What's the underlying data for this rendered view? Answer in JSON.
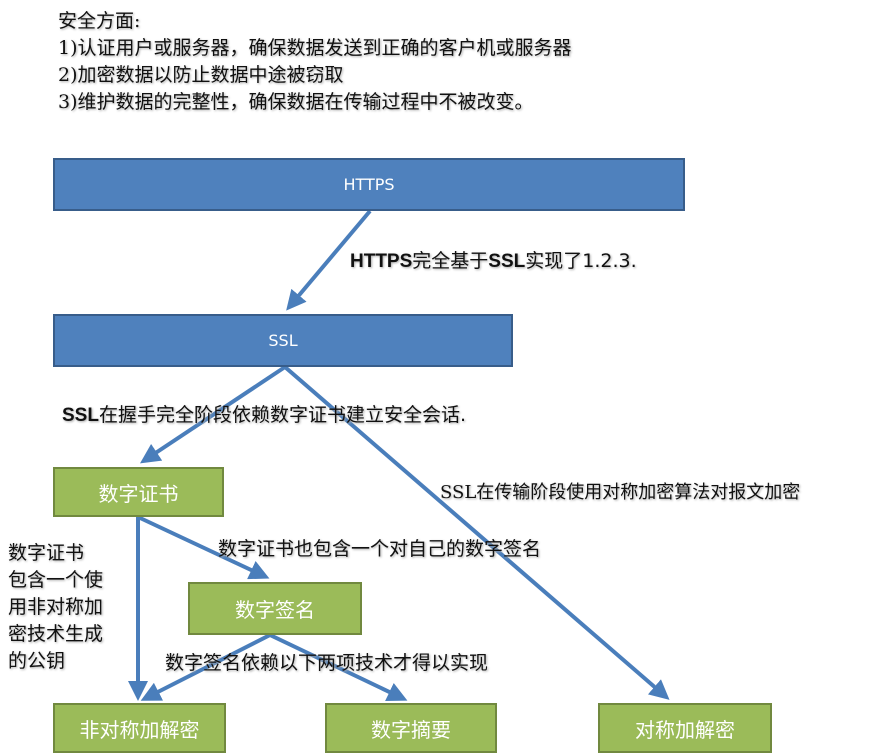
{
  "intro": {
    "title": "安全方面:",
    "items": [
      "1)认证用户或服务器，确保数据发送到正确的客户机或服务器",
      "2)加密数据以防止数据中途被窃取",
      "3)维护数据的完整性，确保数据在传输过程中不被改变。"
    ]
  },
  "nodes": {
    "https": "HTTPS",
    "ssl": "SSL",
    "cert": "数字证书",
    "signature": "数字签名",
    "asym": "非对称加解密",
    "digest": "数字摘要",
    "sym": "对称加解密"
  },
  "labels": {
    "https_bold1": "HTTPS",
    "https_mid": "完全基于",
    "https_bold2": "SSL",
    "https_end": "实现了1.2.3.",
    "ssl_bold": "SSL",
    "ssl_rest": "在握手完全阶段依赖数字证书建立安全会话.",
    "ssl_transfer": "SSL在传输阶段使用对称加密算法对报文加密",
    "cert_sig": "数字证书也包含一个对自己的数字签名",
    "cert_key": [
      "数字证书",
      "包含一个使",
      "用非对称加",
      "密技术生成",
      "的公钥"
    ],
    "sig_dep": "数字签名依赖以下两项技术才得以实现"
  },
  "colors": {
    "blue": "#4f81bd",
    "green": "#9bbb59",
    "arrow": "#4a7ebb"
  }
}
